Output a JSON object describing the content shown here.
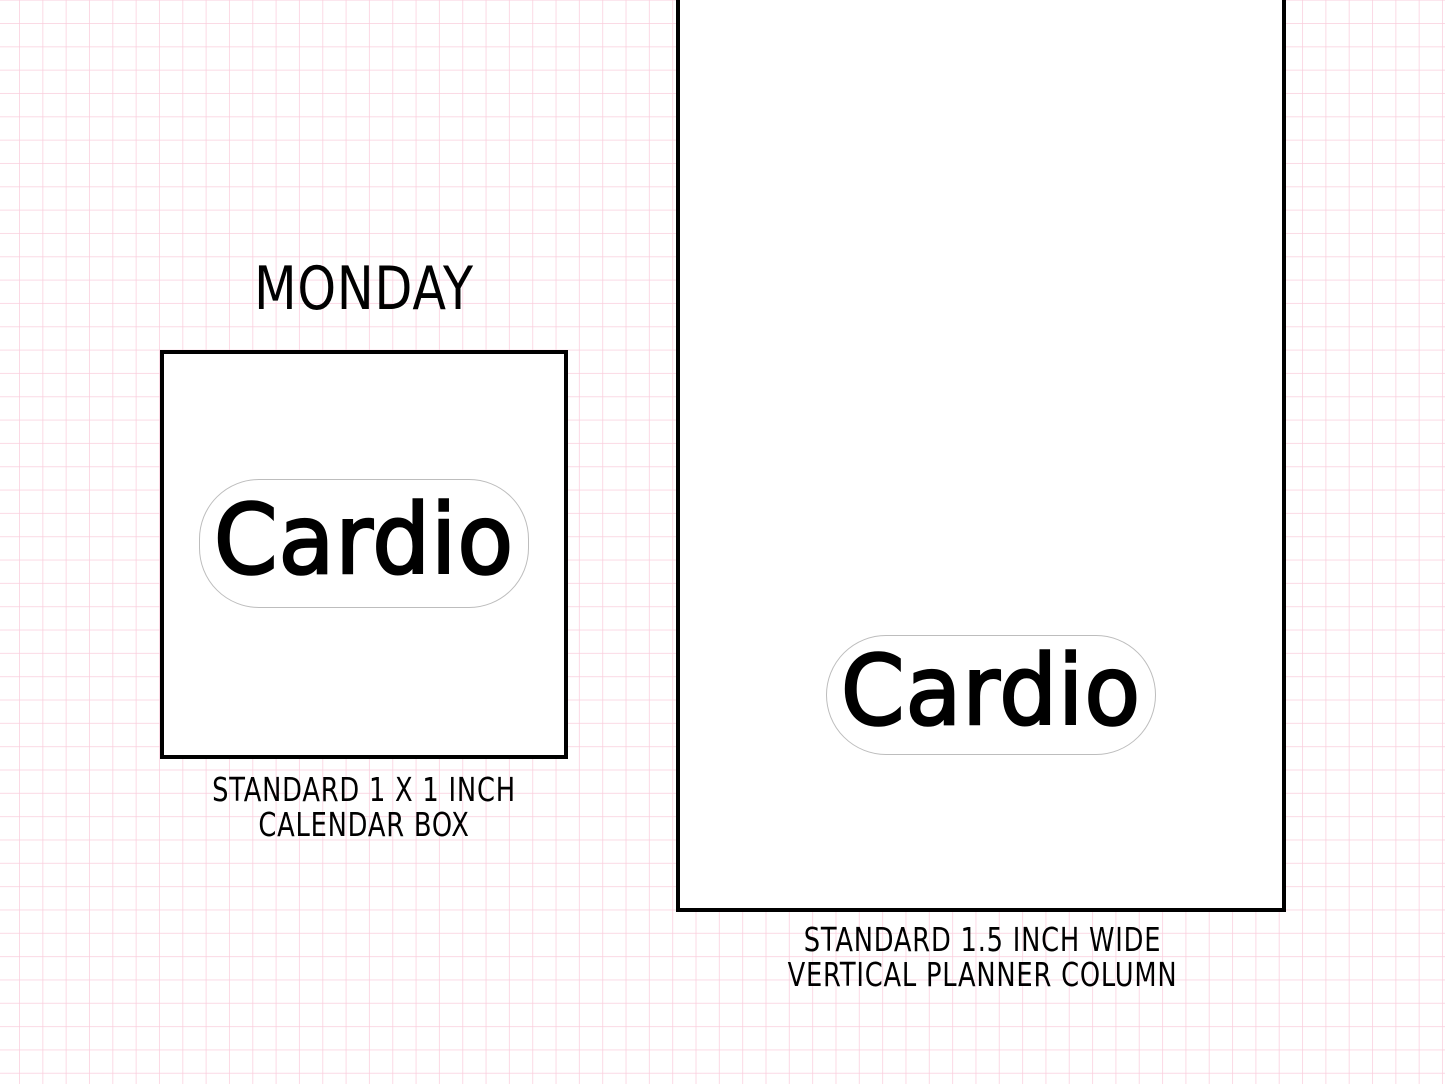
{
  "background": {
    "style": "pink grid paper",
    "grid_color": "#f9cedb",
    "paper_color": "#ffffff"
  },
  "calendar_example": {
    "day_label": "Monday",
    "sticker_text": "Cardio",
    "caption_lines": [
      "Standard 1 x 1 inch",
      "calendar box"
    ]
  },
  "vertical_example": {
    "sticker_text": "Cardio",
    "caption_lines": [
      "Standard 1.5 inch wide",
      "vertical planner column"
    ]
  },
  "colors": {
    "outline": "#000000",
    "sticker_border": "#bdbdbd",
    "text": "#000000"
  }
}
